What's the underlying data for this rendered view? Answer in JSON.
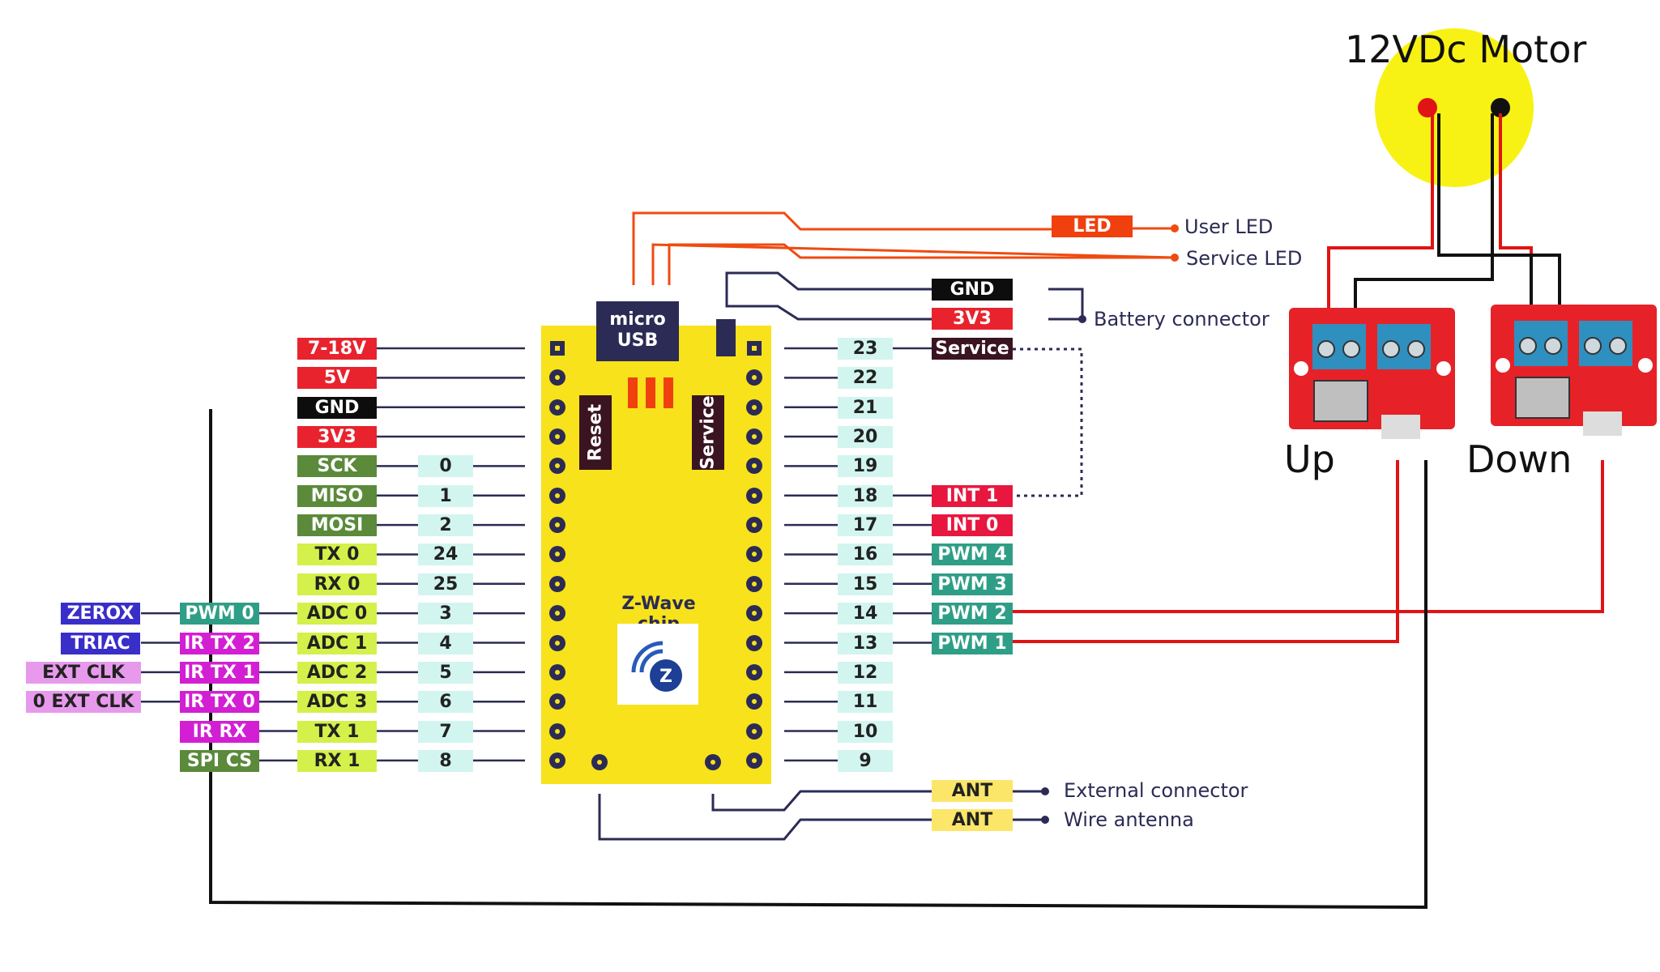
{
  "title": "12VDc Motor",
  "board": {
    "usb_line1": "micro",
    "usb_line2": "USB",
    "reset": "Reset",
    "service": "Service",
    "chip": "Z-Wave chip"
  },
  "top_signals": [
    {
      "label": "LED",
      "desc": "User LED"
    },
    {
      "label": "",
      "desc": "Service LED"
    }
  ],
  "battery": {
    "gnd": "GND",
    "v33": "3V3",
    "desc": "Battery connector"
  },
  "left_power": [
    "7-18V",
    "5V",
    "GND",
    "3V3"
  ],
  "left_rows": [
    {
      "num": "0",
      "func": "SCK"
    },
    {
      "num": "1",
      "func": "MISO"
    },
    {
      "num": "2",
      "func": "MOSI"
    },
    {
      "num": "24",
      "func": "TX 0"
    },
    {
      "num": "25",
      "func": "RX 0"
    },
    {
      "num": "3",
      "func": "ADC 0",
      "alt": "PWM 0",
      "ext": "ZEROX"
    },
    {
      "num": "4",
      "func": "ADC 1",
      "alt": "IR TX 2",
      "ext": "TRIAC"
    },
    {
      "num": "5",
      "func": "ADC 2",
      "alt": "IR TX 1",
      "ext": "EXT CLK"
    },
    {
      "num": "6",
      "func": "ADC 3",
      "alt": "IR TX 0",
      "ext": "0 EXT CLK"
    },
    {
      "num": "7",
      "func": "TX 1",
      "alt": "IR RX"
    },
    {
      "num": "8",
      "func": "RX 1",
      "alt": "SPI CS"
    }
  ],
  "right_rows": [
    {
      "num": "23",
      "func": "Service"
    },
    {
      "num": "22"
    },
    {
      "num": "21"
    },
    {
      "num": "20"
    },
    {
      "num": "19"
    },
    {
      "num": "18",
      "func": "INT 1"
    },
    {
      "num": "17",
      "func": "INT 0"
    },
    {
      "num": "16",
      "func": "PWM 4"
    },
    {
      "num": "15",
      "func": "PWM 3"
    },
    {
      "num": "14",
      "func": "PWM 2"
    },
    {
      "num": "13",
      "func": "PWM 1"
    },
    {
      "num": "12"
    },
    {
      "num": "11"
    },
    {
      "num": "10"
    },
    {
      "num": "9"
    }
  ],
  "antenna": [
    {
      "label": "ANT",
      "desc": "External connector"
    },
    {
      "label": "ANT",
      "desc": "Wire antenna"
    }
  ],
  "modules": [
    {
      "label": "Up"
    },
    {
      "label": "Down"
    }
  ],
  "colors": {
    "wire_red": "#e01414",
    "wire_black": "#111111",
    "wire_orange": "#ef4b10",
    "wire_navy": "#2b2b55",
    "board": "#f7e21b",
    "motor": "#f7f214"
  }
}
